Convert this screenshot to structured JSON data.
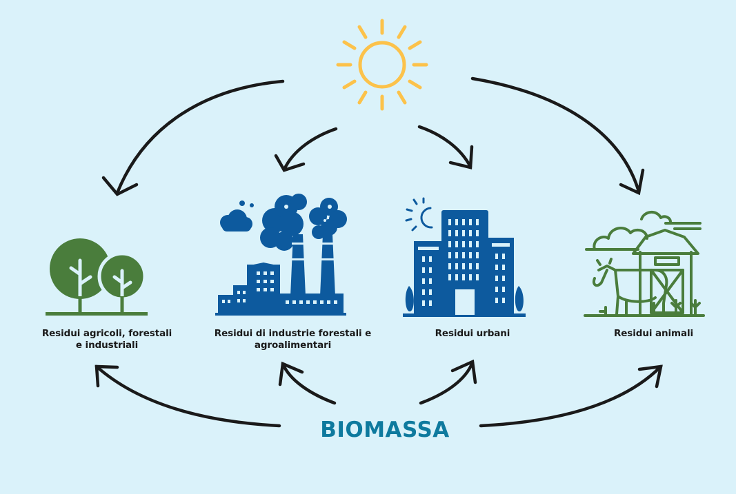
{
  "title": "BIOMASSA",
  "categories": [
    {
      "id": "agricultural",
      "line1": "Residui agricoli, forestali",
      "line2": "e industriali"
    },
    {
      "id": "industrial",
      "line1": "Residui di industrie forestali e",
      "line2": "agroalimentari"
    },
    {
      "id": "urban",
      "line1": "Residui urbani",
      "line2": ""
    },
    {
      "id": "animal",
      "line1": "Residui animali",
      "line2": ""
    }
  ],
  "colors": {
    "background": "#daf2fa",
    "sun": "#fcc24a",
    "green": "#4a7d3c",
    "blue": "#0d5a9e",
    "arrow": "#1a1a1a",
    "title": "#0e7a9e"
  },
  "icons": [
    "sun-icon",
    "trees-icon",
    "factory-icon",
    "city-icon",
    "farm-icon"
  ]
}
